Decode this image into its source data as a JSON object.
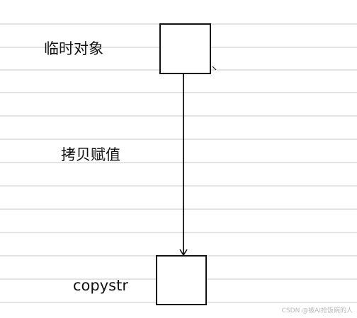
{
  "labels": {
    "temp_object": "临时对象",
    "copy_assignment": "拷贝赋值",
    "copystr": "copystr"
  },
  "watermark": "CSDN @被AI抢饭碗的人",
  "colors": {
    "background": "#ffffff",
    "rule_line": "#c9c9c9",
    "ink": "#111111",
    "watermark": "#b8b8b8"
  }
}
